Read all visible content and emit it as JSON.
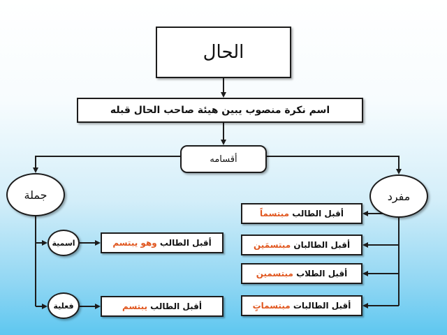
{
  "title": "الحال",
  "definition": "اسم نكرة منصوب يبين هيئة صاحب الحال قبله",
  "types_label": "أقسامه",
  "jumla": {
    "label": "جملة",
    "ismiyya": {
      "label": "اسمية",
      "example": {
        "prefix": "أقبل الطالب ",
        "highlight": "وهو يبتسم"
      }
    },
    "filiyya": {
      "label": "فعلية",
      "example": {
        "prefix": "أقبل الطالب ",
        "highlight": "يبتسم"
      }
    }
  },
  "mufrad": {
    "label": "مفرد",
    "examples": [
      {
        "prefix": "أقبل الطالب ",
        "highlight": "مبتسماً"
      },
      {
        "prefix": "أقبل الطالبان ",
        "highlight": "مبتسمَين"
      },
      {
        "prefix": "أقبل الطلاب ",
        "highlight": "مبتسمين"
      },
      {
        "prefix": "أقبل الطالبات ",
        "highlight": "مبتسماتٍ"
      }
    ]
  },
  "colors": {
    "highlight": "#e0561e",
    "line": "#1c1c1c",
    "background_bottom": "#5ec7f0"
  }
}
